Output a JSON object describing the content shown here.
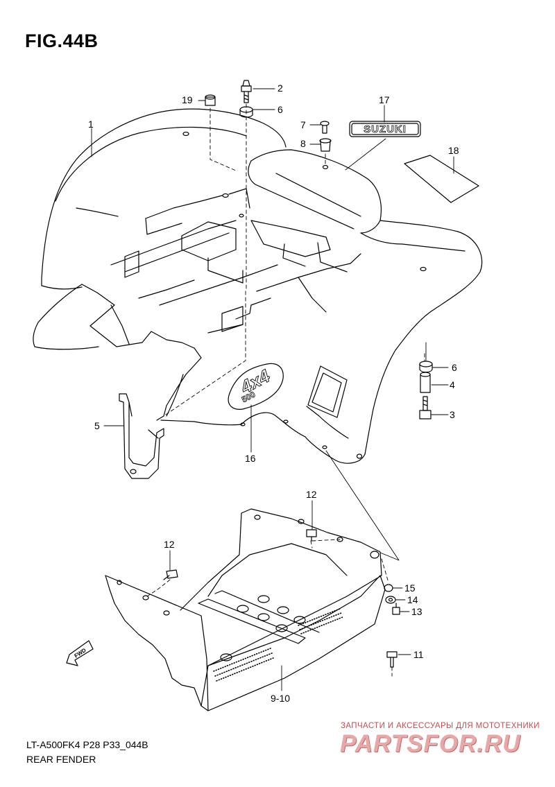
{
  "figure": {
    "title": "FIG.44B",
    "code": "LT-A500FK4 P28 P33_044B",
    "name": "REAR FENDER"
  },
  "callouts": [
    {
      "id": "c1",
      "label": "1"
    },
    {
      "id": "c2",
      "label": "2"
    },
    {
      "id": "c19",
      "label": "19"
    },
    {
      "id": "c6a",
      "label": "6"
    },
    {
      "id": "c17",
      "label": "17"
    },
    {
      "id": "c7",
      "label": "7"
    },
    {
      "id": "c8",
      "label": "8"
    },
    {
      "id": "c18",
      "label": "18"
    },
    {
      "id": "c6b",
      "label": "6"
    },
    {
      "id": "c4",
      "label": "4"
    },
    {
      "id": "c3",
      "label": "3"
    },
    {
      "id": "c5",
      "label": "5"
    },
    {
      "id": "c16",
      "label": "16"
    },
    {
      "id": "c12a",
      "label": "12"
    },
    {
      "id": "c12b",
      "label": "12"
    },
    {
      "id": "c15",
      "label": "15"
    },
    {
      "id": "c14",
      "label": "14"
    },
    {
      "id": "c13",
      "label": "13"
    },
    {
      "id": "c11",
      "label": "11"
    },
    {
      "id": "c910",
      "label": "9-10"
    }
  ],
  "part_markings": {
    "emblem": "SUZUKI",
    "decal_line1": "4x4",
    "decal_line2": "500",
    "fwd": "FWD"
  },
  "watermark": {
    "tagline": "ЗАПЧАСТИ И АКСЕССУАРЫ ДЛЯ МОТОТЕХНИКИ",
    "logo": "PARTSFOR.RU"
  }
}
